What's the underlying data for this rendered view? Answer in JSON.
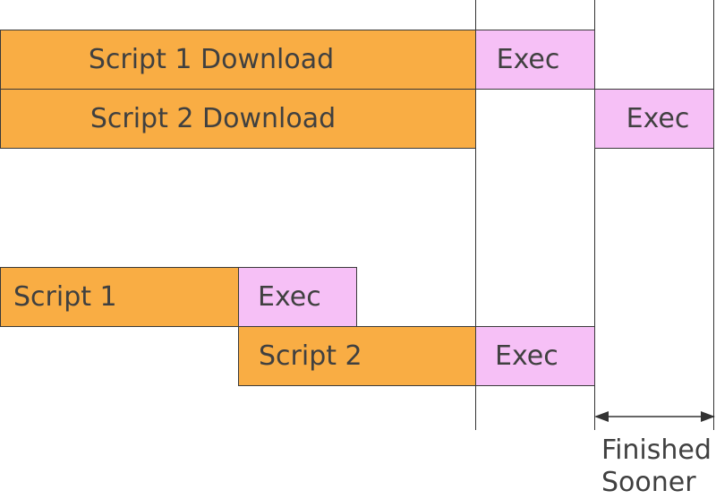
{
  "timeline_sequential": {
    "script1_download": "Script 1 Download",
    "script1_exec": "Exec",
    "script2_download": "Script 2 Download",
    "script2_exec": "Exec"
  },
  "timeline_parallel": {
    "script1": "Script 1",
    "script1_exec": "Exec",
    "script2": "Script 2",
    "script2_exec": "Exec"
  },
  "annotation": {
    "line1": "Finished",
    "line2": "Sooner"
  },
  "colors": {
    "download": "#f9ad44",
    "exec": "#f6c0f6",
    "text": "#404040"
  }
}
